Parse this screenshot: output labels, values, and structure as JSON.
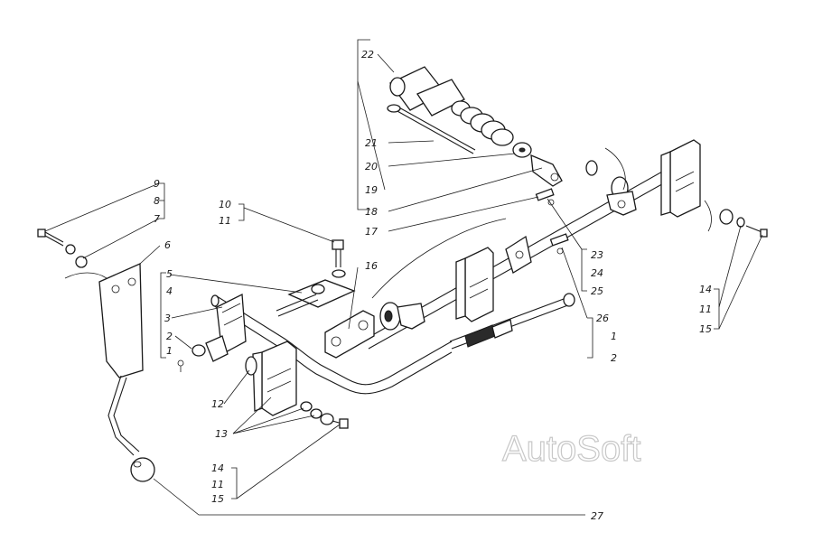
{
  "watermark": "AutoSoft",
  "callouts": [
    {
      "id": "c9",
      "text": "9"
    },
    {
      "id": "c8",
      "text": "8"
    },
    {
      "id": "c7",
      "text": "7"
    },
    {
      "id": "c6",
      "text": "6"
    },
    {
      "id": "c5",
      "text": "5"
    },
    {
      "id": "c4",
      "text": "4"
    },
    {
      "id": "c3",
      "text": "3"
    },
    {
      "id": "c2a",
      "text": "2"
    },
    {
      "id": "c1a",
      "text": "1"
    },
    {
      "id": "c10",
      "text": "10"
    },
    {
      "id": "c11a",
      "text": "11"
    },
    {
      "id": "c12",
      "text": "12"
    },
    {
      "id": "c13",
      "text": "13"
    },
    {
      "id": "c14a",
      "text": "14"
    },
    {
      "id": "c11b",
      "text": "11"
    },
    {
      "id": "c15a",
      "text": "15"
    },
    {
      "id": "c16",
      "text": "16"
    },
    {
      "id": "c22",
      "text": "22"
    },
    {
      "id": "c21",
      "text": "21"
    },
    {
      "id": "c20",
      "text": "20"
    },
    {
      "id": "c19",
      "text": "19"
    },
    {
      "id": "c18",
      "text": "18"
    },
    {
      "id": "c17",
      "text": "17"
    },
    {
      "id": "c23",
      "text": "23"
    },
    {
      "id": "c24",
      "text": "24"
    },
    {
      "id": "c25",
      "text": "25"
    },
    {
      "id": "c26",
      "text": "26"
    },
    {
      "id": "c1b",
      "text": "1"
    },
    {
      "id": "c2b",
      "text": "2"
    },
    {
      "id": "c14b",
      "text": "14"
    },
    {
      "id": "c11c",
      "text": "11"
    },
    {
      "id": "c15b",
      "text": "15"
    },
    {
      "id": "c27",
      "text": "27"
    }
  ]
}
